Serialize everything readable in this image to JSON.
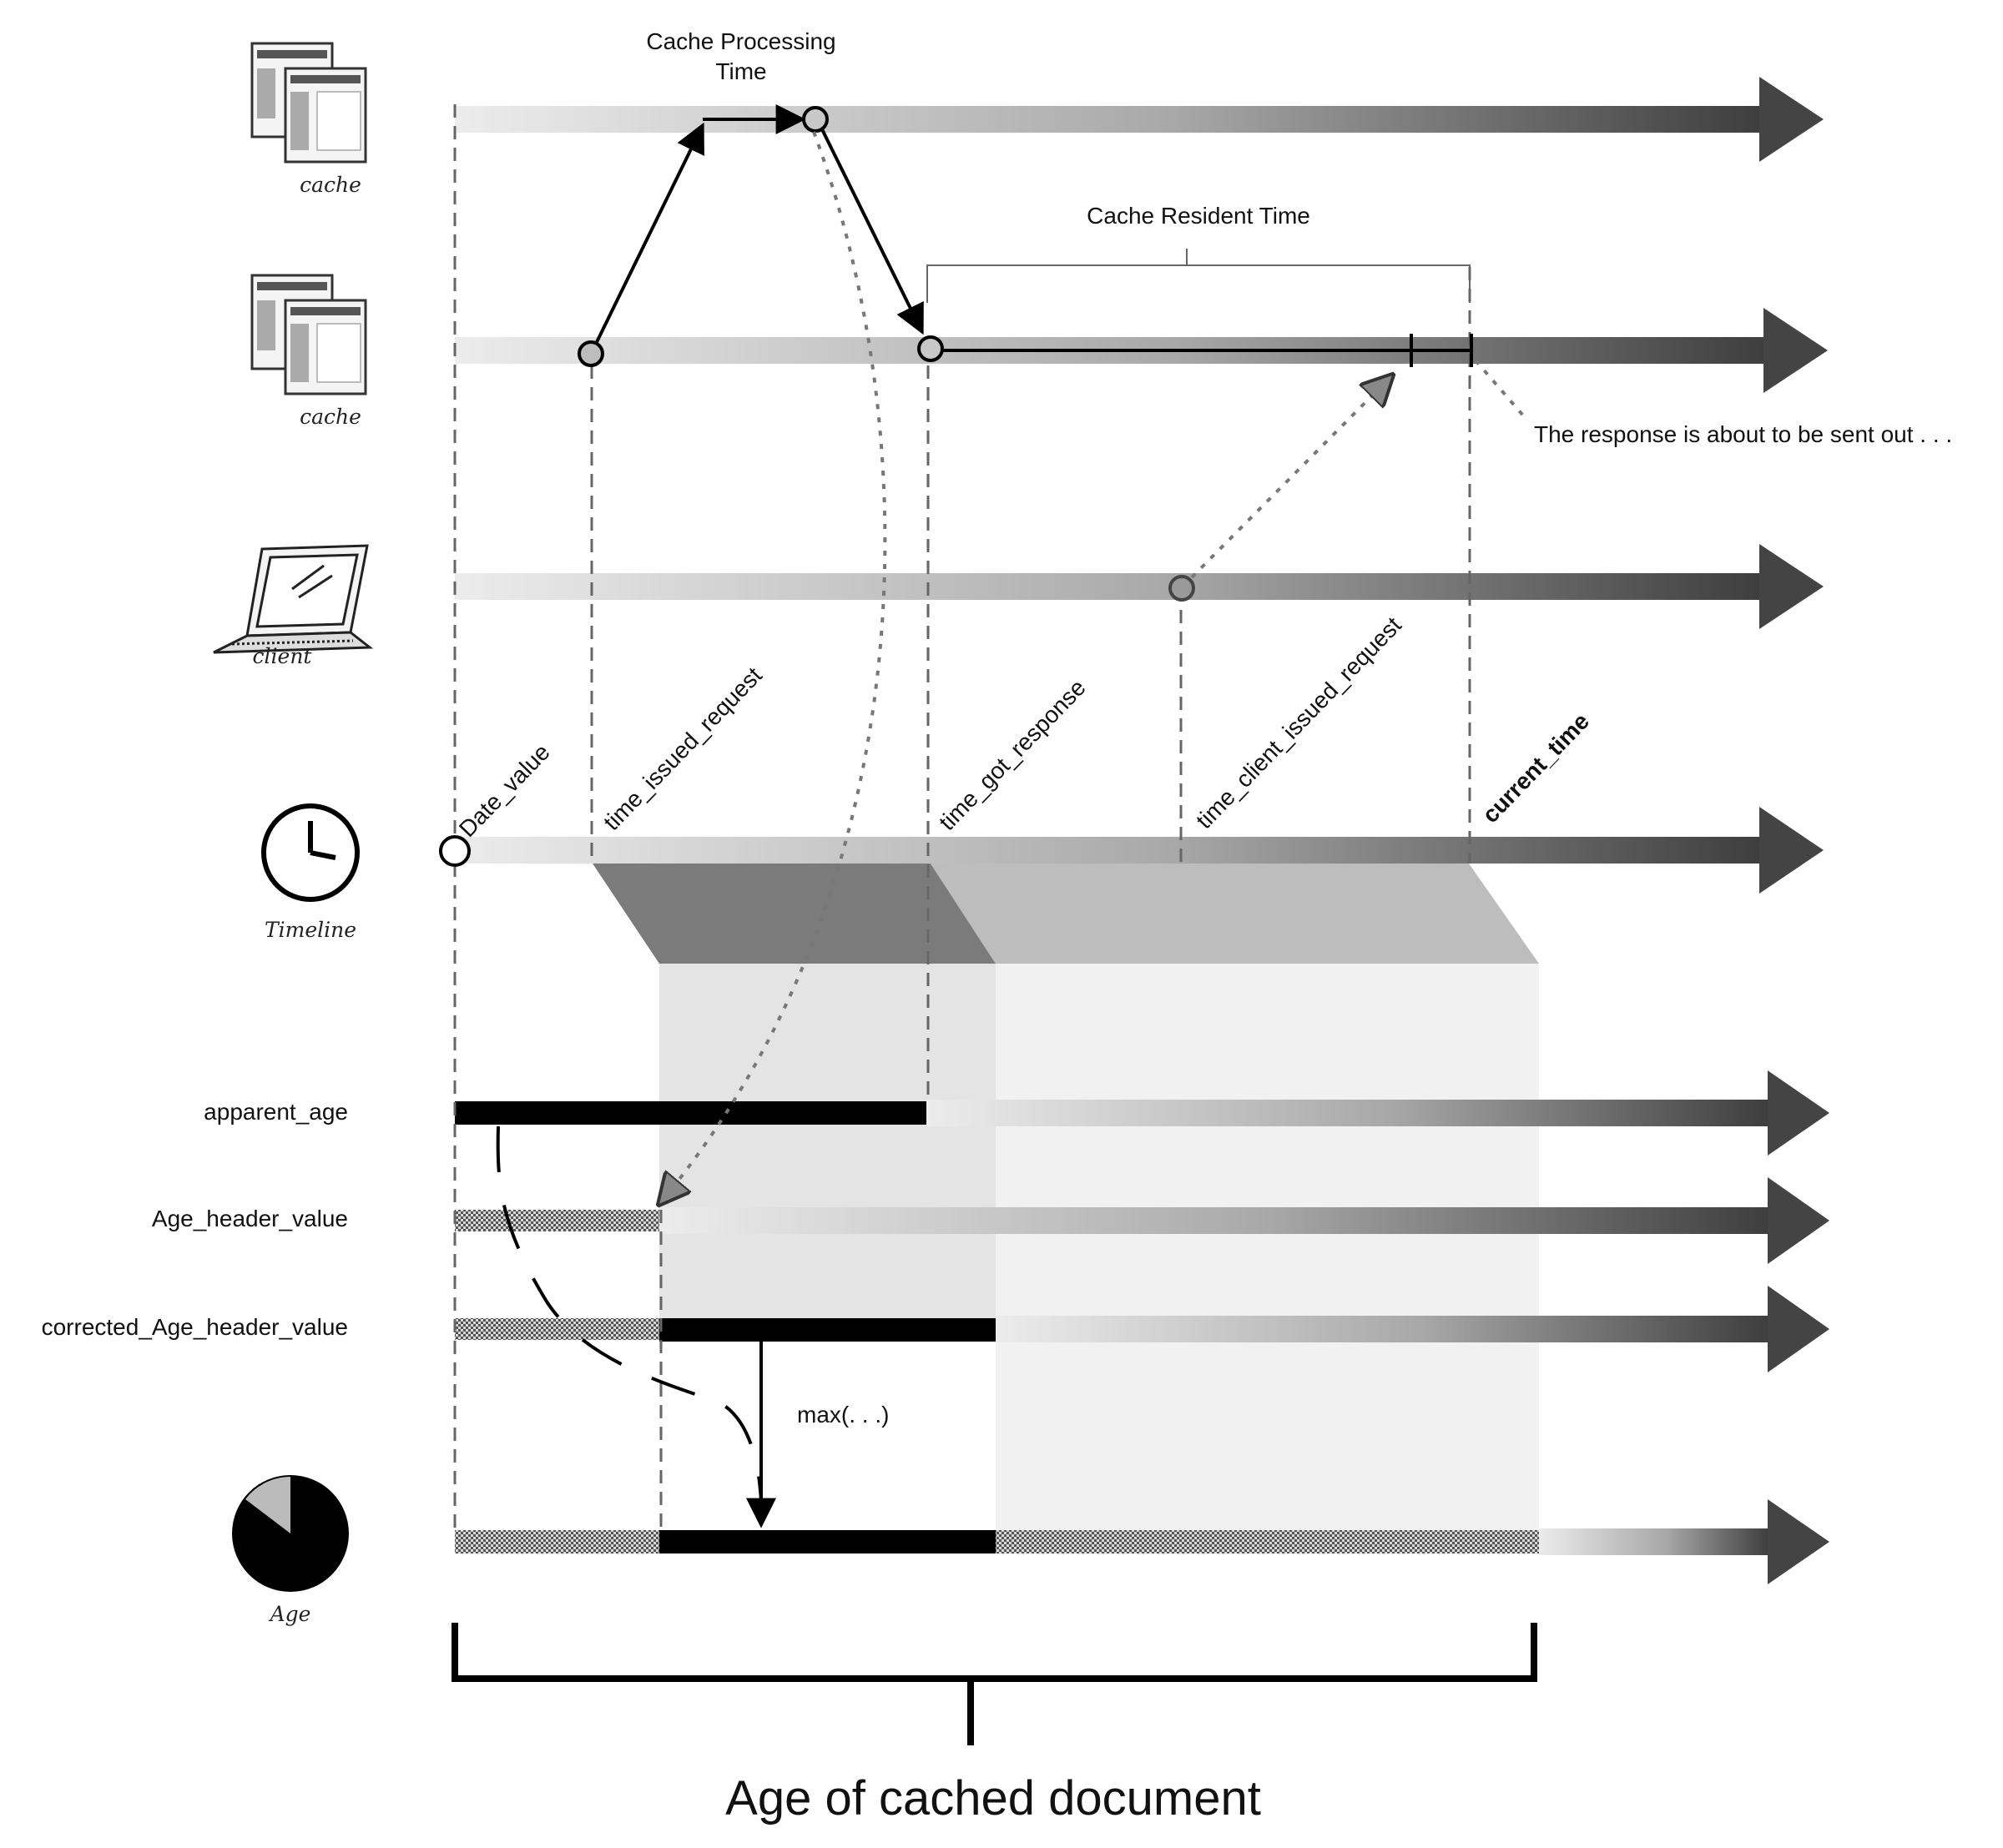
{
  "actors": {
    "cache_top": "cache",
    "cache_mid": "cache",
    "client": "client",
    "timeline": "Timeline",
    "age": "Age"
  },
  "annotations": {
    "cache_processing_line1": "Cache Processing",
    "cache_processing_line2": "Time",
    "cache_resident_time": "Cache Resident Time",
    "response_about_to_send": "The response is about to be sent out . . .",
    "max_fn": "max(. . .)"
  },
  "timeline_marks": {
    "date_value": "Date_value",
    "time_issued_request": "time_issued_request",
    "time_got_response": "time_got_response",
    "time_client_issued_request": "time_client_issued_request",
    "current_time": "current_time"
  },
  "rows": {
    "apparent_age": "apparent_age",
    "age_header_value": "Age_header_value",
    "corrected_age_header_value": "corrected_Age_header_value"
  },
  "footer": {
    "title": "Age of cached document"
  }
}
